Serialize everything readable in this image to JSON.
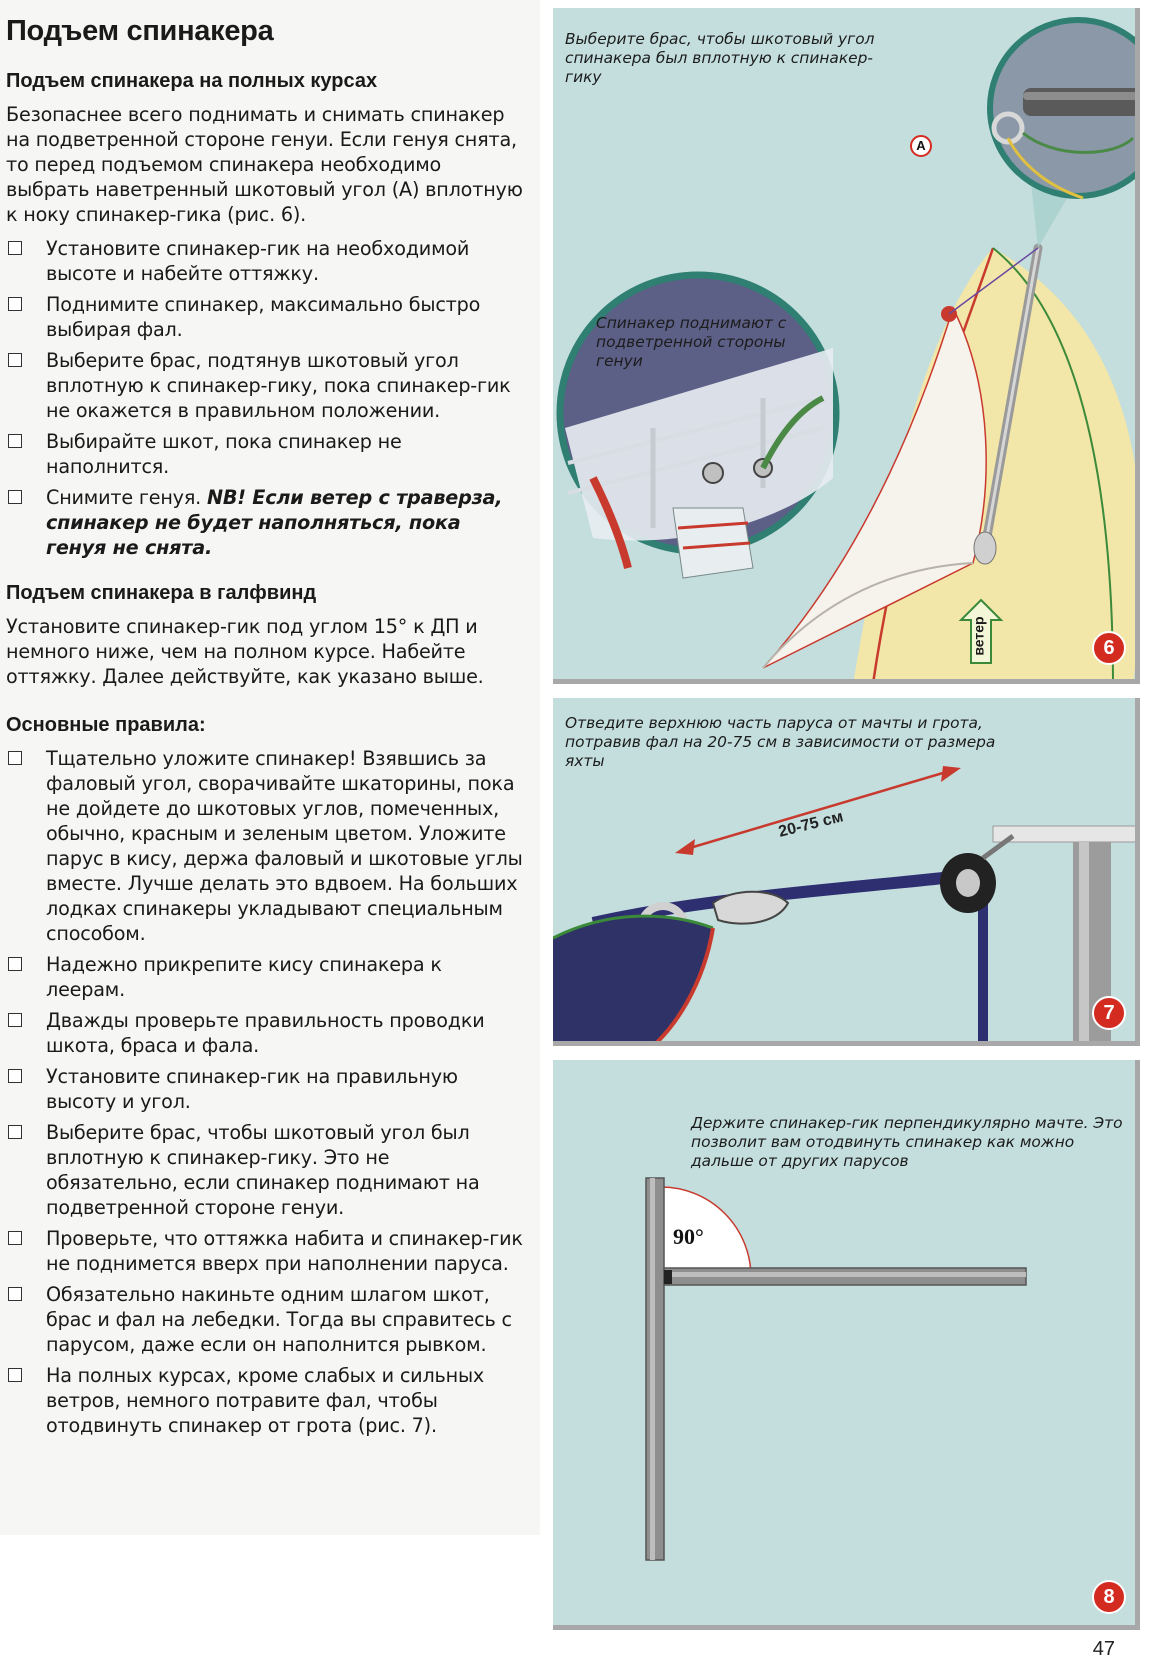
{
  "page": {
    "title": "Подъем спинакера",
    "page_number": "47"
  },
  "section_full_courses": {
    "heading": "Подъем спинакера на полных курсах",
    "intro": "Безопаснее всего поднимать и снимать спинакер на подветренной стороне генуи. Если генуя снята, то перед подъемом спинакера необходимо выбрать наветренный шкотовый угол (A) вплотную к ноку спинакер-гика (рис. 6).",
    "items": [
      "Установите спинакер-гик на необходимой высоте и набейте оттяжку.",
      "Поднимите спинакер, максимально быстро выбирая фал.",
      "Выберите брас, подтянув шкотовый угол вплотную к спинакер-гику, пока спинакер-гик не окажется в правильном положении.",
      "Выбирайте шкот, пока спинакер не наполнится."
    ],
    "last_item_text": "Снимите генуя.",
    "last_item_nb": "NB! Если ветер с траверза, спинакер не будет наполняться, пока генуя не снята."
  },
  "section_beam_reach": {
    "heading": "Подъем спинакера в галфвинд",
    "text": "Установите спинакер-гик под углом 15° к ДП и немного ниже, чем на полном курсе. Набейте оттяжку. Далее действуйте, как указано выше."
  },
  "section_rules": {
    "heading": "Основные правила:",
    "items": [
      "Тщательно уложите спинакер! Взявшись за фаловый угол, сворачивайте шкаторины, пока не дойдете до шкотовых углов, помеченных, обычно, красным и зеленым цветом. Уложите парус в кису, держа фаловый и шкотовые углы вместе. Лучше делать это вдвоем. На больших лодках спинакеры укладывают специальным способом.",
      "Надежно прикрепите кису спинакера к леерам.",
      "Дважды проверьте правильность проводки шкота, браса и фала.",
      "Установите спинакер-гик на правильную высоту и угол.",
      "Выберите брас, чтобы шкотовый угол был вплотную к спинакер-гику. Это не обязательно, если спинакер поднимают на подветренной стороне генуи.",
      "Проверьте, что оттяжка набита и спинакер-гик не поднимется вверх при наполнении паруса.",
      "Обязательно накиньте одним шлагом шкот, брас и фал на лебедки. Тогда вы справитесь с парусом, даже если он наполнится рывком.",
      "На полных курсах, кроме слабых и сильных ветров, немного потравите фал, чтобы отодвинуть спинакер от грота (рис. 7)."
    ]
  },
  "figure6": {
    "number": "6",
    "caption_top": "Выберите брас, чтобы шкотовый угол спинакера был вплотную к спинакер-гику",
    "caption_middle": "Спинакер поднимают с подветренной стороны генуи",
    "marker": "A",
    "wind_label": "ветер"
  },
  "figure7": {
    "number": "7",
    "caption": "Отведите верхнюю часть паруса от мачты и грота, потравив фал на 20-75 см в зависимости от размера яхты",
    "distance_label": "20-75 см"
  },
  "figure8": {
    "number": "8",
    "caption": "Держите спинакер-гик перпендикулярно мачте. Это позволит вам отодвинуть спинакер как можно дальше от других парусов",
    "angle_label": "90°"
  },
  "colors": {
    "panel_bg": "#c3dedd",
    "badge": "#d42b21",
    "sail": "#f2e6a8",
    "spar": "#9a9a9a"
  }
}
